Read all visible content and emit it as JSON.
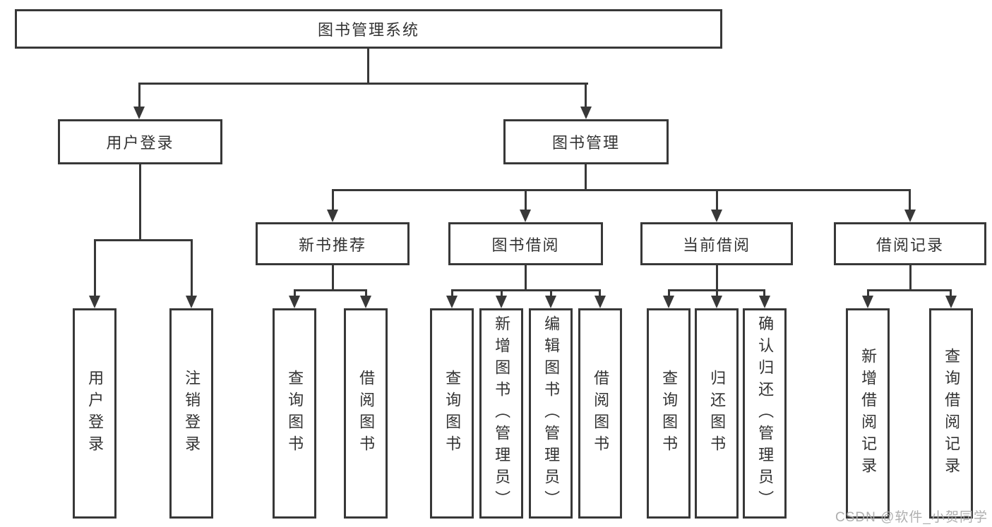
{
  "watermark": {
    "text": "CSDN @软件_小贺同学"
  },
  "colors": {
    "line": "#383838",
    "text": "#333333",
    "watermark": "#ababab",
    "background": "#ffffff"
  },
  "tree": {
    "root": {
      "label": "图书管理系统"
    },
    "children": [
      {
        "label": "用户登录",
        "children": [
          {
            "label": "用户登录"
          },
          {
            "label": "注销登录"
          }
        ]
      },
      {
        "label": "图书管理",
        "children": [
          {
            "label": "新书推荐",
            "children": [
              {
                "label": "查询图书"
              },
              {
                "label": "借阅图书"
              }
            ]
          },
          {
            "label": "图书借阅",
            "children": [
              {
                "label": "查询图书"
              },
              {
                "label": "新增图书（管理员）"
              },
              {
                "label": "编辑图书（管理员）"
              },
              {
                "label": "借阅图书"
              }
            ]
          },
          {
            "label": "当前借阅",
            "children": [
              {
                "label": "查询图书"
              },
              {
                "label": "归还图书"
              },
              {
                "label": "确认归还（管理员）"
              }
            ]
          },
          {
            "label": "借阅记录",
            "children": [
              {
                "label": "新增借阅记录"
              },
              {
                "label": "查询借阅记录"
              }
            ]
          }
        ]
      }
    ]
  }
}
